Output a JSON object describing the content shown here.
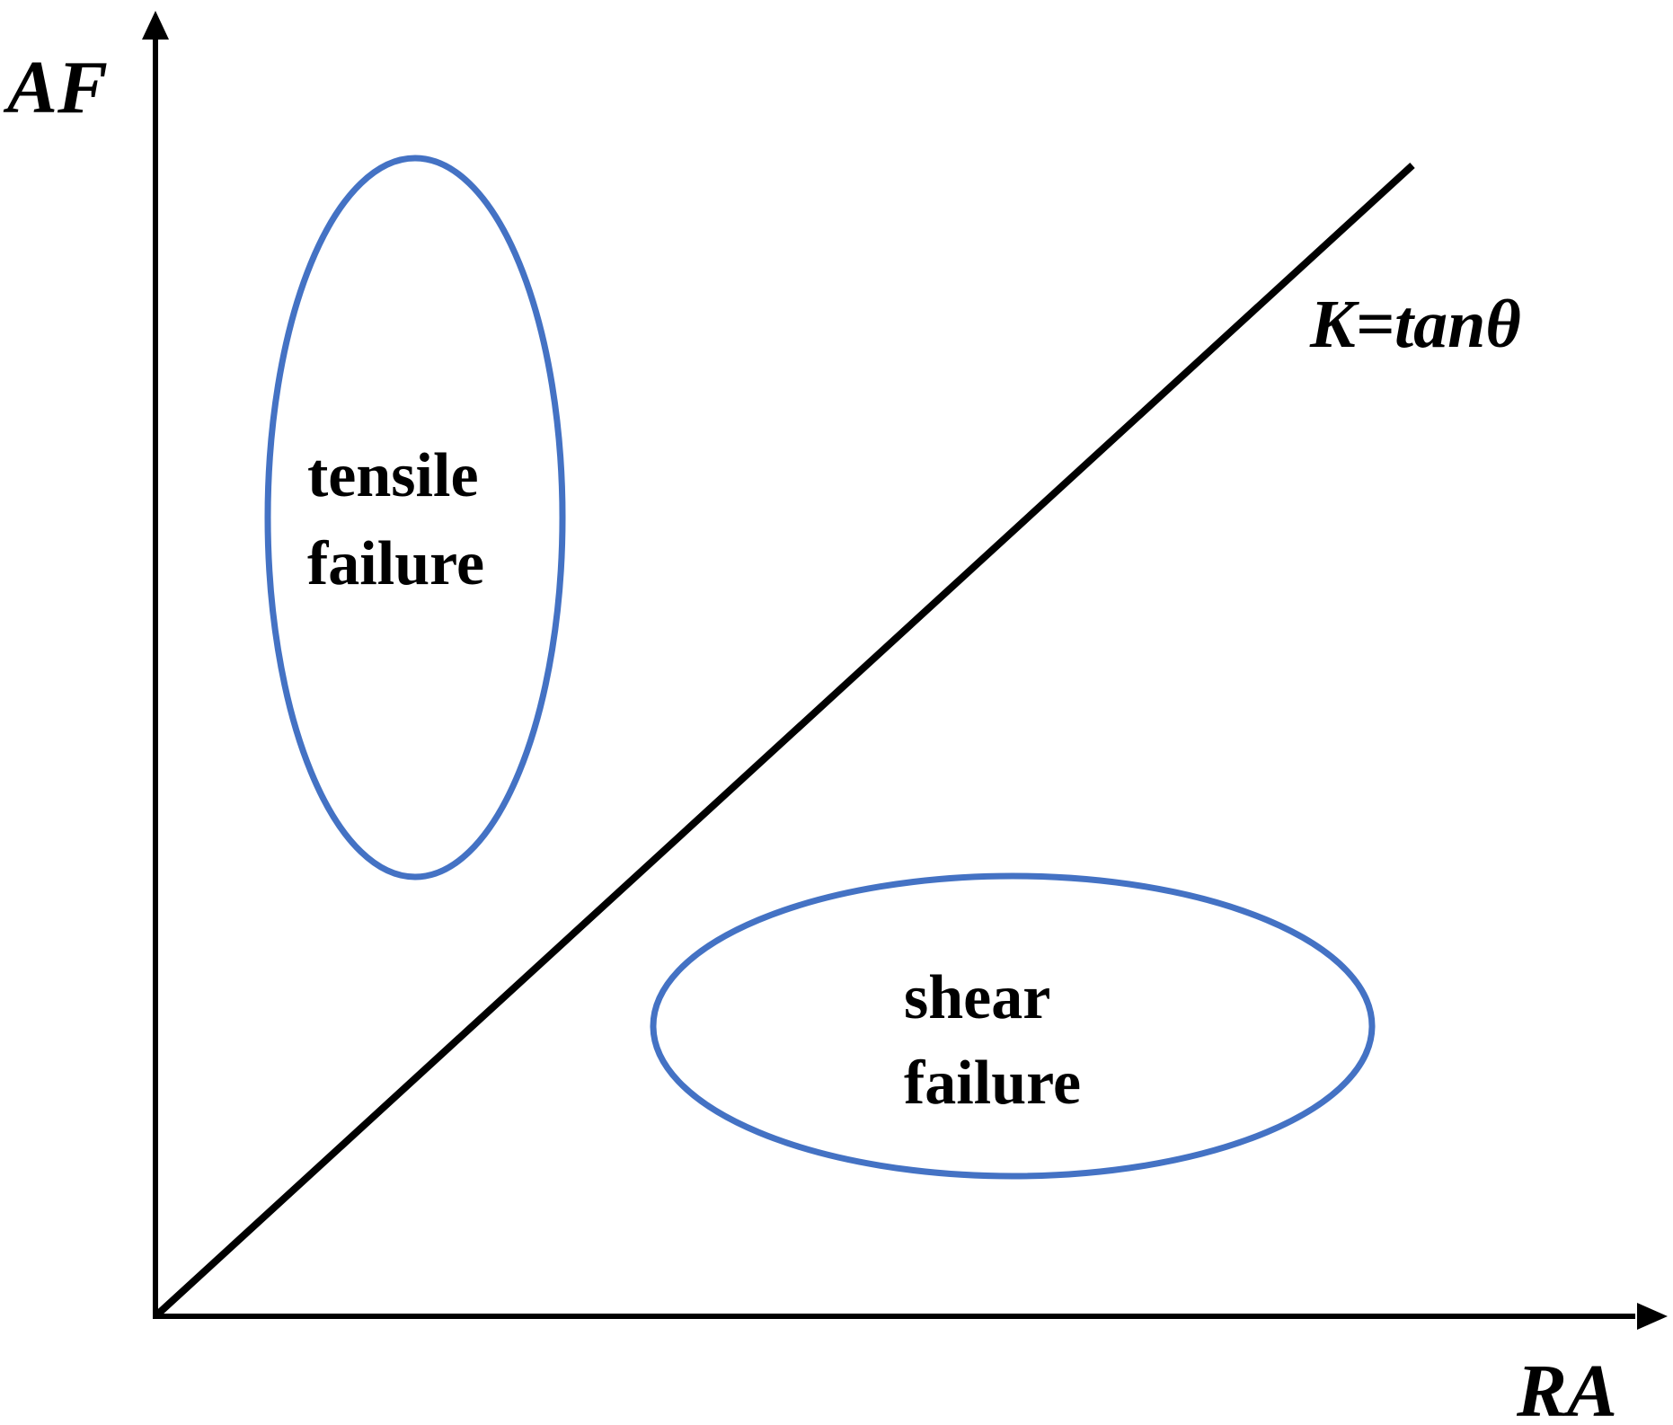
{
  "diagram": {
    "y_axis_label": "AF",
    "x_axis_label": "RA",
    "boundary_label": "K=tanθ",
    "regions": {
      "tensile": {
        "line1": "tensile",
        "line2": "failure"
      },
      "shear": {
        "line1": "shear",
        "line2": "failure"
      }
    },
    "colors": {
      "axis": "#000000",
      "boundary_line": "#000000",
      "ellipse": "#4472C4",
      "text": "#000000"
    }
  }
}
